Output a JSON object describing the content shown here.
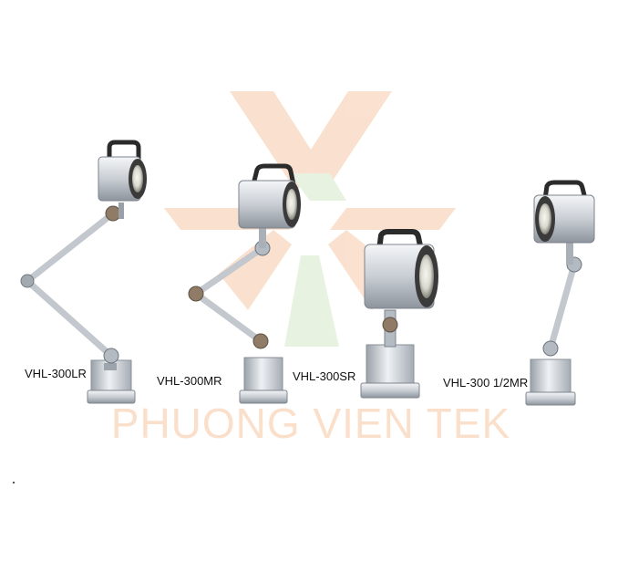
{
  "watermark": {
    "text": "PHUONG VIEN TEK",
    "color_orange": "#f6c9a9",
    "color_green": "#d6e9c8"
  },
  "products": [
    {
      "model": "VHL-300LR"
    },
    {
      "model": "VHL-300MR"
    },
    {
      "model": "VHL-300SR"
    },
    {
      "model": "VHL-300 1/2MR"
    }
  ],
  "colors": {
    "metal_light": "#e3e6ea",
    "metal_mid": "#b9bec5",
    "metal_dark": "#7c838c",
    "handle": "#2b2b2b",
    "lens": "#3a3a3a"
  }
}
